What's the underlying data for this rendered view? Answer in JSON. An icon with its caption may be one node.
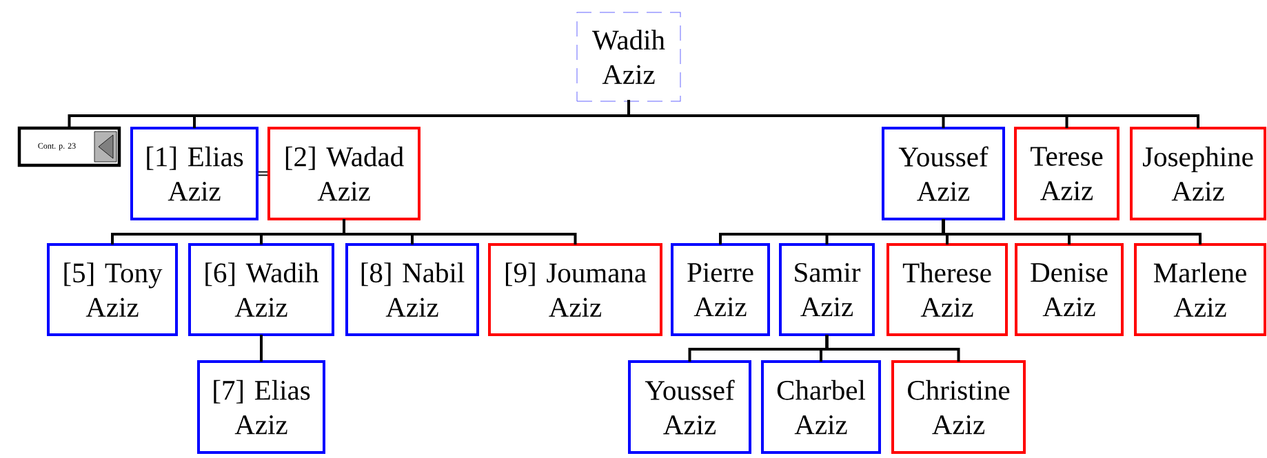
{
  "diagram": {
    "nodes": [
      {
        "text": [
          "Wadih Aziz"
        ]
      },
      {
        "text": [
          "Cont. p. 23"
        ]
      },
      {
        "text": [
          "[1] Elias Aziz"
        ]
      },
      {
        "text": [
          "[2] Wadad Aziz"
        ]
      },
      {
        "text": [
          "Youssef Aziz"
        ]
      },
      {
        "text": [
          "Terese Aziz"
        ]
      },
      {
        "text": [
          "Josephine Aziz"
        ]
      },
      {
        "text": [
          "[5] Tony Aziz"
        ]
      },
      {
        "text": [
          "[6] Wadih Aziz"
        ]
      },
      {
        "text": [
          "[8] Nabil Aziz"
        ]
      },
      {
        "text": [
          "[9] Joumana Aziz"
        ]
      },
      {
        "text": [
          "Pierre Aziz"
        ]
      },
      {
        "text": [
          "Samir Aziz"
        ]
      },
      {
        "text": [
          "Therese Aziz"
        ]
      },
      {
        "text": [
          "Denise Aziz"
        ]
      },
      {
        "text": [
          "Marlene Aziz"
        ]
      },
      {
        "text": [
          "[7] Elias Aziz"
        ]
      },
      {
        "text": [
          "Youssef Aziz"
        ]
      },
      {
        "text": [
          "Charbel Aziz"
        ]
      },
      {
        "text": [
          "Christine Aziz"
        ]
      }
    ],
    "edges": [
      {
        "from": 0,
        "to": 1,
        "arrow": "none"
      },
      {
        "from": 0,
        "to": 2,
        "arrow": "none"
      },
      {
        "from": 0,
        "to": 4,
        "arrow": "none"
      },
      {
        "from": 0,
        "to": 5,
        "arrow": "none"
      },
      {
        "from": 0,
        "to": 6,
        "arrow": "none"
      },
      {
        "from": 2,
        "to": 3,
        "arrow": "none"
      },
      {
        "from": 3,
        "to": 7,
        "arrow": "none"
      },
      {
        "from": 3,
        "to": 8,
        "arrow": "none"
      },
      {
        "from": 3,
        "to": 9,
        "arrow": "none"
      },
      {
        "from": 3,
        "to": 10,
        "arrow": "none"
      },
      {
        "from": 4,
        "to": 11,
        "arrow": "none"
      },
      {
        "from": 4,
        "to": 12,
        "arrow": "none"
      },
      {
        "from": 4,
        "to": 13,
        "arrow": "none"
      },
      {
        "from": 4,
        "to": 14,
        "arrow": "none"
      },
      {
        "from": 4,
        "to": 15,
        "arrow": "none"
      },
      {
        "from": 8,
        "to": 16,
        "arrow": "none"
      },
      {
        "from": 12,
        "to": 17,
        "arrow": "none"
      },
      {
        "from": 12,
        "to": 18,
        "arrow": "none"
      },
      {
        "from": 12,
        "to": 19,
        "arrow": "none"
      }
    ]
  }
}
